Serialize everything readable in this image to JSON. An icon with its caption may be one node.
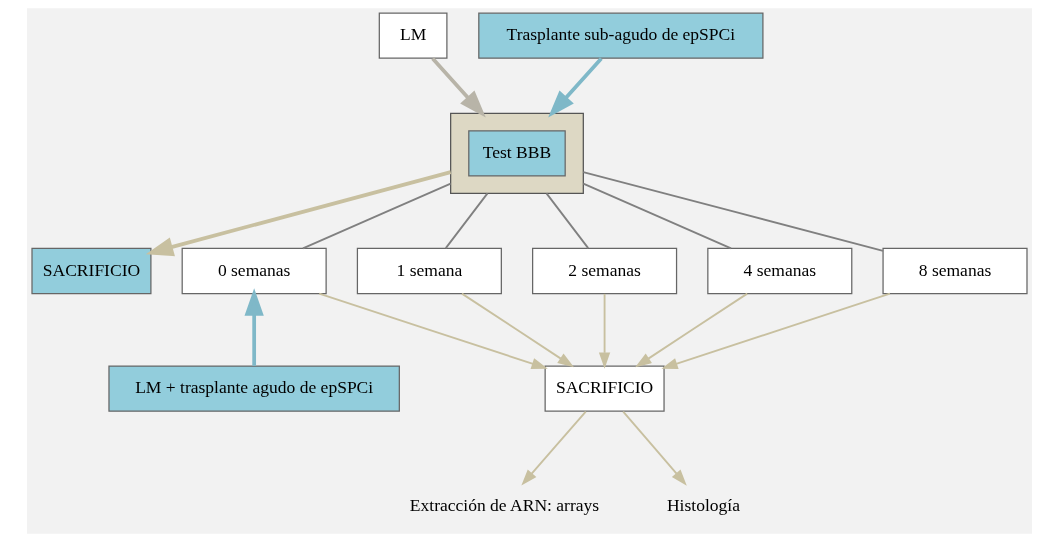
{
  "diagram": {
    "nodes": [
      {
        "text": [
          "LM"
        ]
      },
      {
        "text": [
          "Trasplante sub-agudo de epSPCi"
        ]
      },
      {
        "text": [],
        "shape": "arrow"
      },
      {
        "text": [
          "Test BBB"
        ],
        "in": 2
      },
      {
        "text": [
          "SACRIFICIO"
        ]
      },
      {
        "text": [
          "0 semanas"
        ]
      },
      {
        "text": [
          "1 semana"
        ]
      },
      {
        "text": [
          "2 semanas"
        ]
      },
      {
        "text": [
          "4 semanas"
        ]
      },
      {
        "text": [
          "8 semanas"
        ]
      },
      {
        "text": [
          "LM + trasplante agudo de epSPCi"
        ]
      },
      {
        "text": [
          "SACRIFICIO"
        ]
      },
      {
        "text": [
          "Extracción de ARN: arrays"
        ]
      },
      {
        "text": [
          "Histología"
        ]
      }
    ],
    "edges": [
      {
        "from": 0,
        "to": 2,
        "arrow": "to",
        "style": "thick",
        "color": "#b8b4a8"
      },
      {
        "from": 1,
        "to": 2,
        "arrow": "to",
        "style": "thick",
        "color": "#7fb8c8"
      },
      {
        "from": 2,
        "to": 4,
        "arrow": "to",
        "style": "thick"
      },
      {
        "from": 2,
        "to": 5,
        "arrow": "none",
        "color": "#808080"
      },
      {
        "from": 2,
        "to": 6,
        "arrow": "none",
        "color": "#808080"
      },
      {
        "from": 2,
        "to": 7,
        "arrow": "none",
        "color": "#808080"
      },
      {
        "from": 2,
        "to": 8,
        "arrow": "none",
        "color": "#808080"
      },
      {
        "from": 2,
        "to": 9,
        "arrow": "none",
        "color": "#808080"
      },
      {
        "from": 10,
        "to": 5,
        "arrow": "to",
        "style": "thick",
        "color": "#7fb8c8"
      },
      {
        "from": 5,
        "to": 11,
        "arrow": "to"
      },
      {
        "from": 6,
        "to": 11,
        "arrow": "to"
      },
      {
        "from": 7,
        "to": 11,
        "arrow": "to"
      },
      {
        "from": 8,
        "to": 11,
        "arrow": "to"
      },
      {
        "from": 9,
        "to": 11,
        "arrow": "to"
      },
      {
        "from": 11,
        "to": 12,
        "arrow": "to"
      },
      {
        "from": 11,
        "to": 13,
        "arrow": "to"
      }
    ]
  }
}
